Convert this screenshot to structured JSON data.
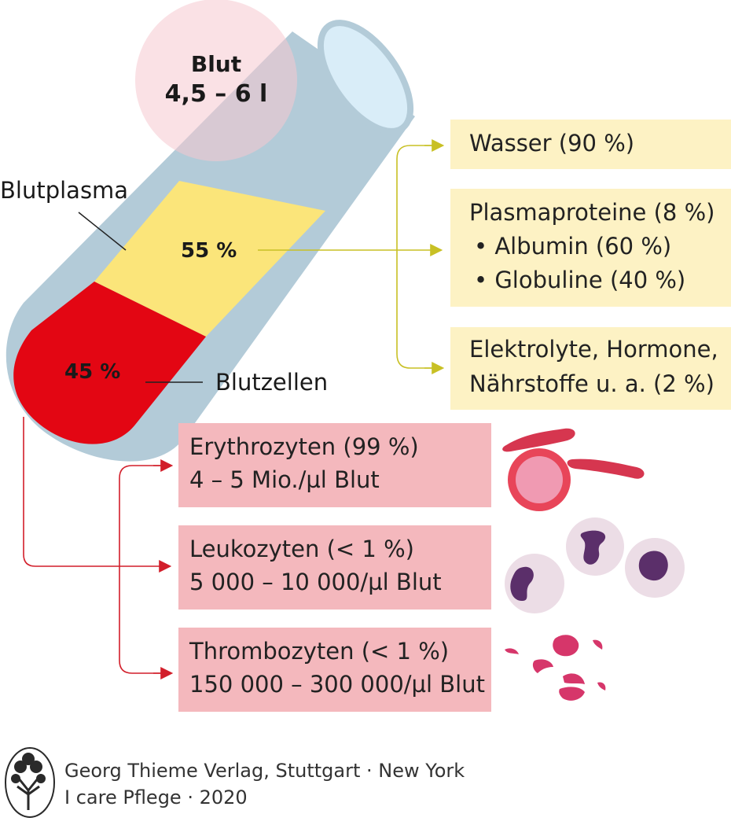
{
  "blood_volume": {
    "title": "Blut",
    "amount": "4,5 – 6 l"
  },
  "tube": {
    "plasma_label": "Blutplasma",
    "plasma_percent": "55 %",
    "cells_label": "Blutzellen",
    "cells_percent": "45 %"
  },
  "plasma_components": [
    {
      "lines": [
        "Wasser (90 %)"
      ]
    },
    {
      "lines": [
        "Plasmaproteine (8 %)",
        "• Albumin (60 %)",
        "• Globuline (40 %)"
      ]
    },
    {
      "lines": [
        "Elektrolyte, Hormone,",
        "Nährstoffe u. a. (2 %)"
      ]
    }
  ],
  "cell_components": [
    {
      "lines": [
        "Erythrozyten (99 %)",
        "4 – 5 Mio./µl Blut"
      ],
      "icon": "erythrocyte-icon"
    },
    {
      "lines": [
        "Leukozyten (< 1 %)",
        "5 000 – 10 000/µl Blut"
      ],
      "icon": "leukocyte-icon"
    },
    {
      "lines": [
        "Thrombozyten (< 1 %)",
        "150 000 – 300 000/µl Blut"
      ],
      "icon": "thrombocyte-icon"
    }
  ],
  "colors": {
    "plasma": "#fbe57a",
    "cells": "#e30613",
    "plasma_box": "#fdf2c4",
    "cell_box": "#f4b8bd",
    "plasma_arrow": "#c8c024",
    "cell_arrow": "#d21e2a",
    "tube_glass": "#b3cbd8"
  },
  "footer": {
    "publisher": "Georg Thieme Verlag, Stuttgart · New York",
    "book": "I care Pflege · 2020",
    "logo": "thieme-tree-logo"
  }
}
